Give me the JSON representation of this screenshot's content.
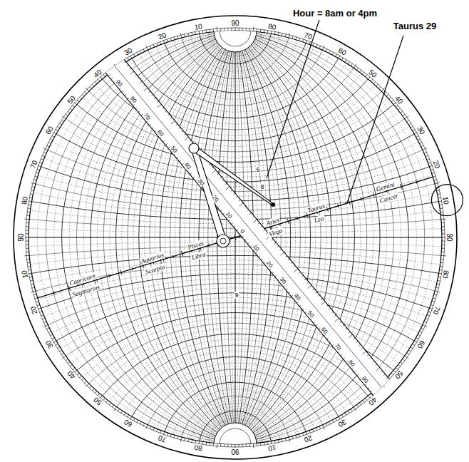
{
  "diagram": {
    "labels": [
      "Hour = 8am or 4pm",
      "Taurus 29",
      "90",
      "80",
      "70",
      "60",
      "50",
      "40",
      "30",
      "20",
      "10",
      "90",
      "80",
      "70",
      "60",
      "50",
      "40",
      "30",
      "20",
      "10",
      "90",
      "80",
      "70",
      "60",
      "50",
      "40",
      "30",
      "20",
      "10",
      "90",
      "80",
      "70",
      "60",
      "50",
      "40",
      "30",
      "20",
      "10",
      "Capricorn",
      "Sagittarius",
      "Aquarius",
      "Scorpio",
      "Pisces",
      "Libra",
      "Aries",
      "Virgo",
      "Taurus",
      "Leo",
      "Gemini",
      "Cancer",
      "90",
      "80",
      "70",
      "60",
      "50",
      "40",
      "30",
      "20",
      "10",
      "0",
      "10",
      "20",
      "30",
      "40",
      "50",
      "60",
      "70",
      "80",
      "90",
      "6",
      "8",
      "9"
    ]
  }
}
